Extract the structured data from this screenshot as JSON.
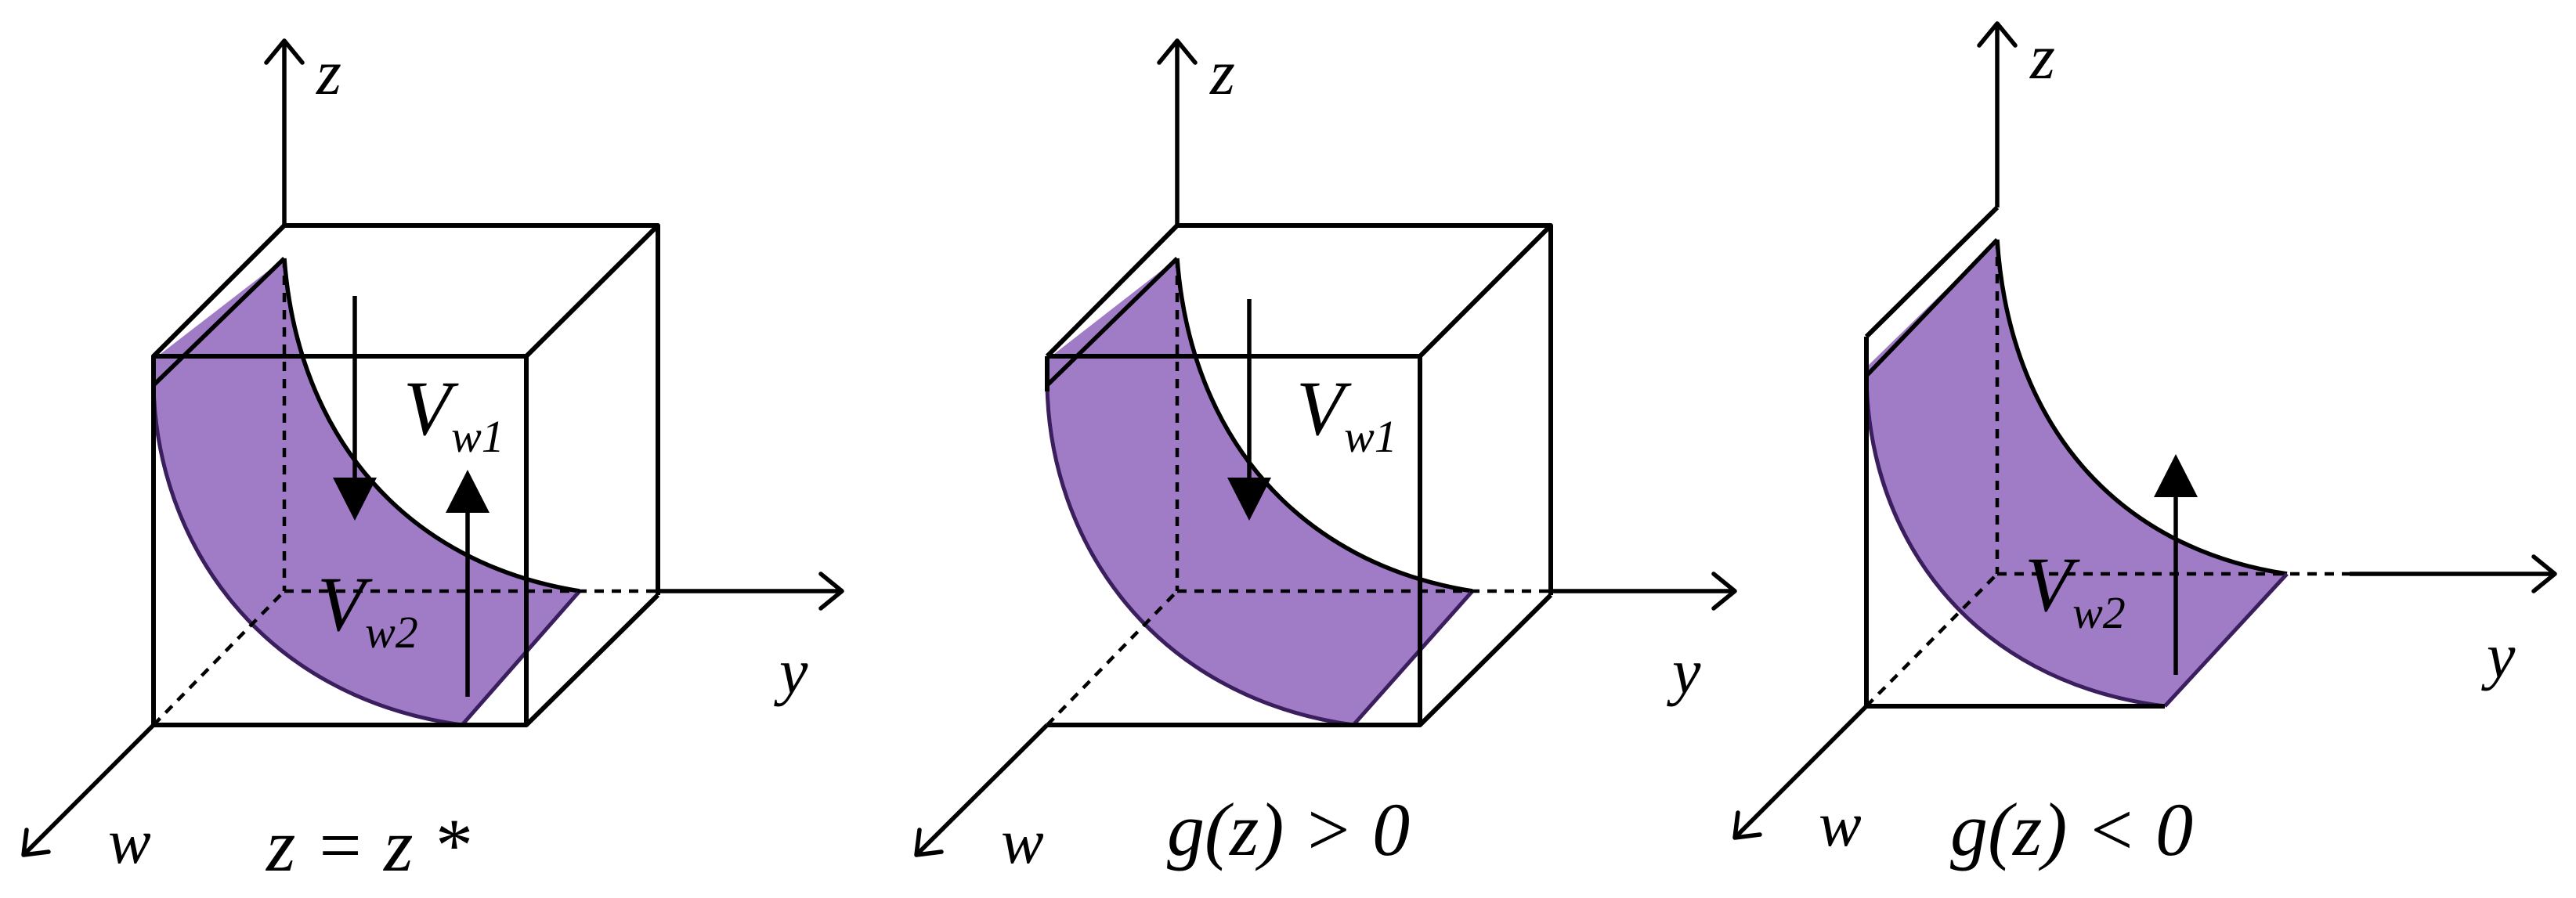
{
  "panels": [
    {
      "id": "panel-1",
      "axes": {
        "z": "z",
        "y": "y",
        "w": "w"
      },
      "flows": [
        {
          "main": "V",
          "sub": "w1",
          "direction": "down"
        },
        {
          "main": "V",
          "sub": "w2",
          "direction": "up"
        }
      ],
      "caption": "z = z *"
    },
    {
      "id": "panel-2",
      "axes": {
        "z": "z",
        "y": "y",
        "w": "w"
      },
      "flows": [
        {
          "main": "V",
          "sub": "w1",
          "direction": "down"
        }
      ],
      "caption": "g(z) > 0"
    },
    {
      "id": "panel-3",
      "axes": {
        "z": "z",
        "y": "y",
        "w": "w"
      },
      "flows": [
        {
          "main": "V",
          "sub": "w2",
          "direction": "up"
        }
      ],
      "caption": "g(z) < 0"
    }
  ],
  "colors": {
    "surface": "#a07cc6",
    "surface_rim": "#3a1e5e",
    "lines": "#000000"
  }
}
